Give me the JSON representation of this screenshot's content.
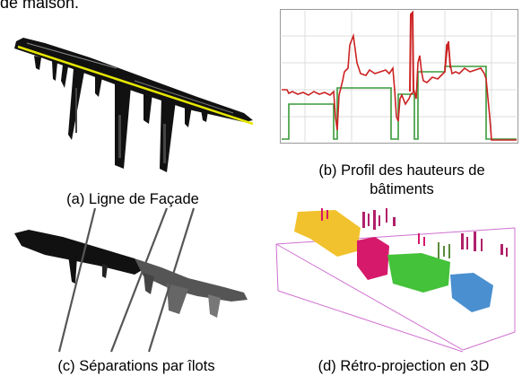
{
  "header": {
    "fragment": "de maison."
  },
  "panels": {
    "a": {
      "caption": "(a) Ligne de Façade"
    },
    "b": {
      "caption_line1": "(b) Profil des hauteurs de",
      "caption_line2": "bâtiments"
    },
    "c": {
      "caption": "(c) Séparations par îlots"
    },
    "d": {
      "caption": "(d) Rétro-projection en 3D"
    }
  },
  "colors": {
    "profile_red": "#cc2222",
    "profile_green": "#3a9a3a",
    "facade_line": "#e6e600",
    "islot_yellow": "#f2c22e",
    "islot_magenta": "#d6196b",
    "islot_green": "#44c23a",
    "islot_blue": "#4a8fd0",
    "outline_magenta": "#d070d0"
  }
}
